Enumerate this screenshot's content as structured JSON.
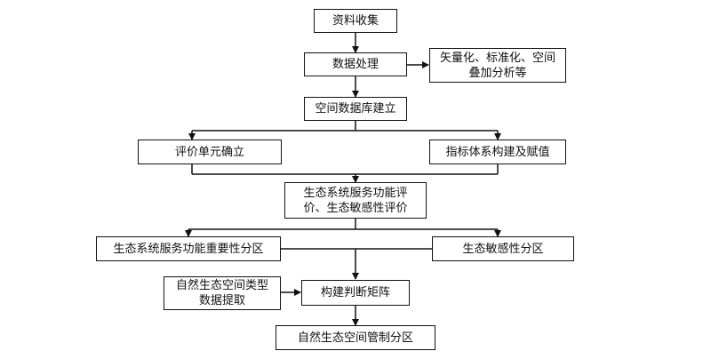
{
  "nodes": {
    "collect": "资料收集",
    "process": "数据处理",
    "process_note": "矢量化、标准化、空间\n叠加分析等",
    "database": "空间数据库建立",
    "unit": "评价单元确立",
    "index": "指标体系构建及赋值",
    "evaluation": "生态系统服务功能评\n价、生态敏感性评价",
    "importance_zone": "生态系统服务功能重要性分区",
    "sensitivity_zone": "生态敏感性分区",
    "extraction": "自然生态空间类型\n数据提取",
    "matrix": "构建判断矩阵",
    "final_zone": "自然生态空间管制分区"
  },
  "colors": {
    "stroke": "#111111",
    "background": "#ffffff"
  }
}
